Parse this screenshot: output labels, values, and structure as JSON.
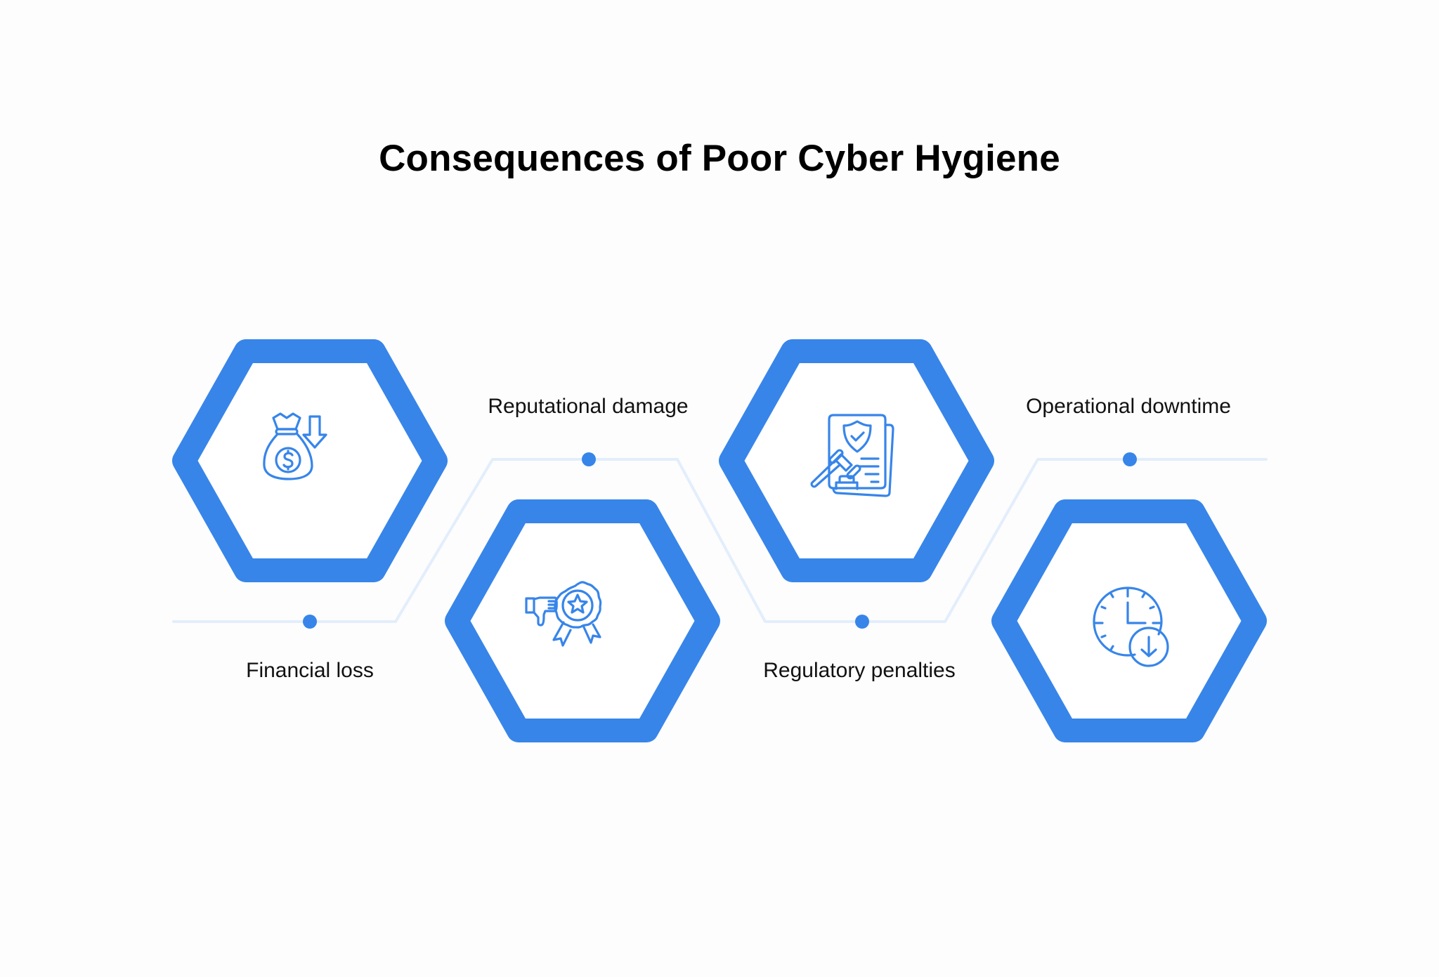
{
  "title": "Consequences of Poor Cyber Hygiene",
  "colors": {
    "accent": "#3785E9",
    "connector": "#E3EEFB",
    "background": "#FDFDFE",
    "text": "#111111"
  },
  "items": [
    {
      "label": "Financial loss",
      "icon": "money-bag-down-arrow-icon",
      "position": "top-row",
      "label_position": "below"
    },
    {
      "label": "Reputational damage",
      "icon": "thumbs-down-badge-icon",
      "position": "bottom-row",
      "label_position": "above"
    },
    {
      "label": "Regulatory penalties",
      "icon": "legal-document-gavel-icon",
      "position": "top-row",
      "label_position": "below"
    },
    {
      "label": "Operational downtime",
      "icon": "clock-down-arrow-icon",
      "position": "bottom-row",
      "label_position": "above"
    }
  ]
}
